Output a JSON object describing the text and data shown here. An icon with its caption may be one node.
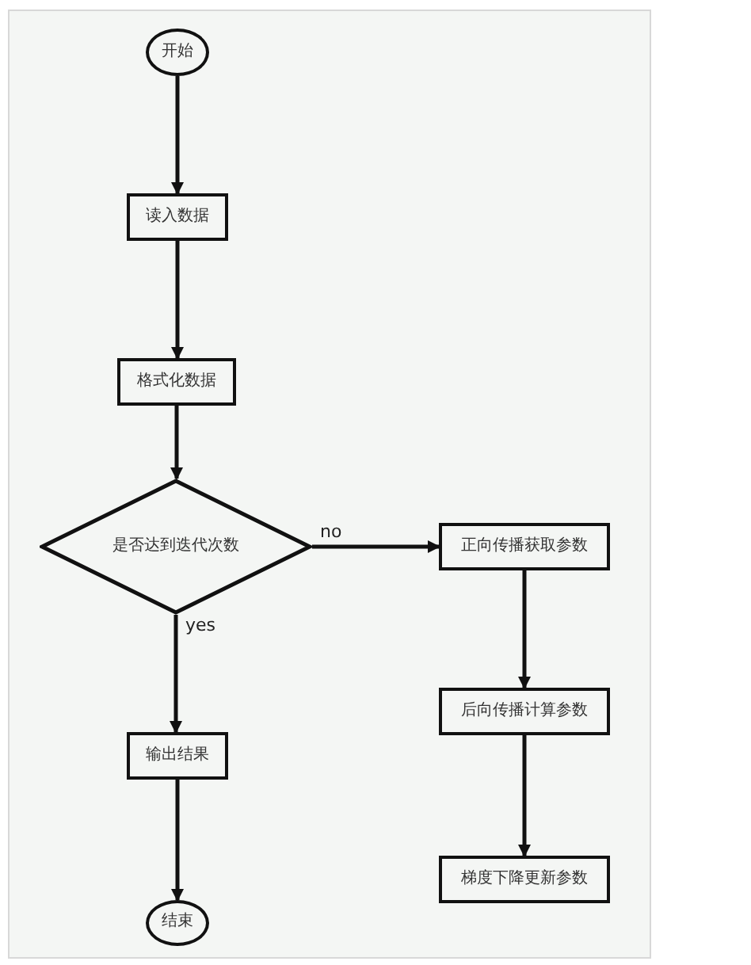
{
  "diagram": {
    "nodes": [
      {
        "text": [
          "开始"
        ]
      },
      {
        "text": [
          "读入数据"
        ]
      },
      {
        "text": [
          "格式化数据"
        ]
      },
      {
        "text": [
          "是否达到迭代次数"
        ]
      },
      {
        "text": [
          "正向传播获取参数"
        ]
      },
      {
        "text": [
          "后向传播计算参数"
        ]
      },
      {
        "text": [
          "梯度下降更新参数"
        ]
      },
      {
        "text": [
          "输出结果"
        ]
      },
      {
        "text": [
          "结束"
        ]
      }
    ],
    "edges": [
      {
        "from": 0,
        "to": 1,
        "arrow": "to"
      },
      {
        "from": 1,
        "to": 2,
        "arrow": "to"
      },
      {
        "from": 2,
        "to": 3,
        "arrow": "to"
      },
      {
        "from": 3,
        "to": 4,
        "arrow": "to",
        "label": "no"
      },
      {
        "from": 3,
        "to": 7,
        "arrow": "to",
        "label": "yes"
      },
      {
        "from": 4,
        "to": 5,
        "arrow": "to"
      },
      {
        "from": 5,
        "to": 6,
        "arrow": "to"
      },
      {
        "from": 7,
        "to": 8,
        "arrow": "to"
      }
    ]
  }
}
